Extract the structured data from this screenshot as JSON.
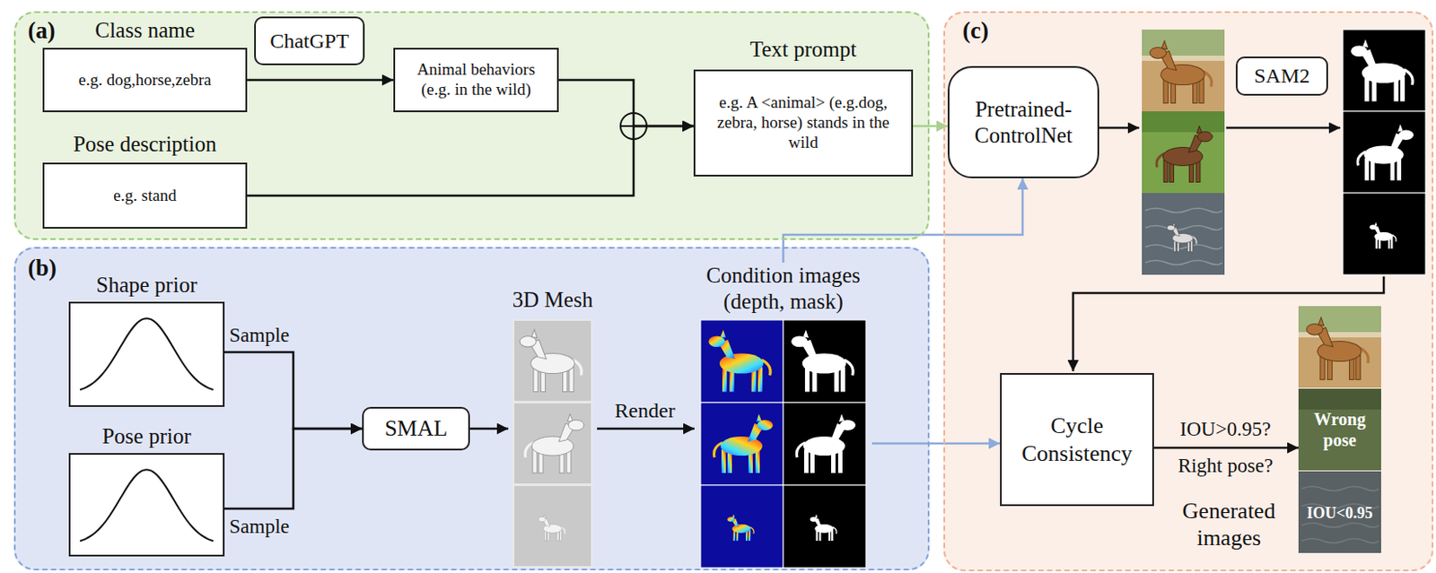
{
  "diagram": {
    "nodes": [
      {
        "text": [
          "(a)"
        ]
      },
      {
        "text": [
          "Class name",
          "e.g. dog,horse,zebra"
        ],
        "in": 0
      },
      {
        "text": [
          "ChatGPT"
        ],
        "in": 0
      },
      {
        "text": [
          "Animal behaviors (e.g. in the wild)"
        ],
        "in": 0
      },
      {
        "text": [
          "Text prompt",
          "e.g. A <animal> (e.g.dog, zebra, horse) stands in the wild"
        ],
        "in": 0
      },
      {
        "text": [
          "Pose description",
          "e.g. stand"
        ],
        "in": 0
      },
      {
        "text": [
          "(b)"
        ]
      },
      {
        "text": [
          "Shape prior"
        ],
        "in": 6
      },
      {
        "text": [
          "Pose prior"
        ],
        "in": 6
      },
      {
        "text": [
          "SMAL"
        ],
        "in": 6
      },
      {
        "text": [
          "3D Mesh"
        ],
        "in": 6
      },
      {
        "text": [
          "Condition images (depth, mask)"
        ],
        "in": 6
      },
      {
        "text": [
          "(c)"
        ]
      },
      {
        "text": [
          "Pretrained- ControlNet"
        ],
        "in": 12
      },
      {
        "text": [
          "SAM2"
        ],
        "in": 12
      },
      {
        "text": [
          "Cycle Consistency"
        ],
        "in": 12
      },
      {
        "text": [
          "Wrong pose",
          "IOU<0.95",
          "Generated images"
        ],
        "in": 12
      }
    ],
    "edges": [
      {
        "from": 1,
        "to": 3,
        "arrow": "to"
      },
      {
        "from": 3,
        "to": 4,
        "arrow": "to"
      },
      {
        "from": 5,
        "to": 4,
        "arrow": "to"
      },
      {
        "from": 4,
        "to": 13,
        "arrow": "to"
      },
      {
        "from": 11,
        "to": 13,
        "arrow": "to"
      },
      {
        "from": 7,
        "to": 9,
        "arrow": "to"
      },
      {
        "from": 8,
        "to": 9,
        "arrow": "to"
      },
      {
        "from": 9,
        "to": 10,
        "arrow": "to"
      },
      {
        "from": 10,
        "to": 11,
        "label": "Render",
        "arrow": "to"
      },
      {
        "from": 11,
        "to": 15,
        "arrow": "to"
      },
      {
        "from": 15,
        "to": 16,
        "label": "IOU>0.95?",
        "arrow": "to"
      }
    ],
    "labels": [
      "Sample",
      "Sample",
      "Right pose?"
    ]
  }
}
